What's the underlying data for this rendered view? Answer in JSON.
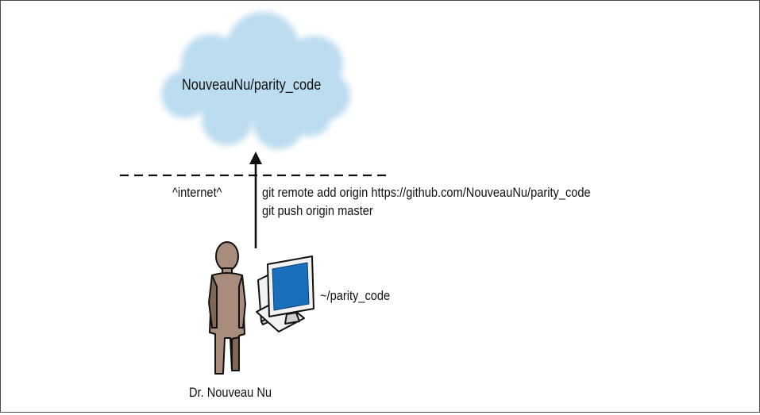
{
  "remote": {
    "repo_name": "NouveauNu/parity_code"
  },
  "boundary": {
    "label": "^internet^"
  },
  "commands": [
    "git remote add origin https://github.com/NouveauNu/parity_code",
    "git push origin master"
  ],
  "local": {
    "path": "~/parity_code",
    "user_name": "Dr. Nouveau Nu"
  },
  "colors": {
    "cloud": "#bcdcf0",
    "person": "#a88d7c",
    "person_shadow": "#7f6758",
    "screen": "#1a6fbd",
    "monitor_body": "#f2f2f2",
    "outline": "#111111"
  },
  "icons": [
    "cloud-icon",
    "person-icon",
    "computer-icon",
    "arrow-up-icon"
  ]
}
